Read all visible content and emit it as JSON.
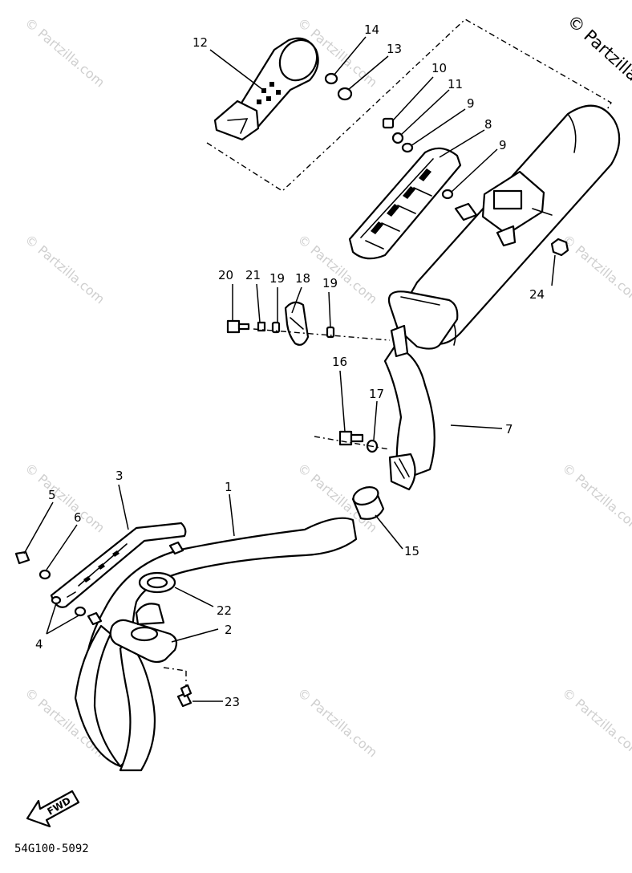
{
  "watermark": {
    "text": "© Partzilla.com"
  },
  "brand": {
    "text": "© Partzilla"
  },
  "diagram_code": "54G100-5092",
  "fwd_label": "FWD",
  "callouts": [
    {
      "id": "c12",
      "text": "12"
    },
    {
      "id": "c14",
      "text": "14"
    },
    {
      "id": "c13",
      "text": "13"
    },
    {
      "id": "c10",
      "text": "10"
    },
    {
      "id": "c11",
      "text": "11"
    },
    {
      "id": "c9a",
      "text": "9"
    },
    {
      "id": "c8",
      "text": "8"
    },
    {
      "id": "c9b",
      "text": "9"
    },
    {
      "id": "c24",
      "text": "24"
    },
    {
      "id": "c20",
      "text": "20"
    },
    {
      "id": "c21",
      "text": "21"
    },
    {
      "id": "c19a",
      "text": "19"
    },
    {
      "id": "c18",
      "text": "18"
    },
    {
      "id": "c19b",
      "text": "19"
    },
    {
      "id": "c16",
      "text": "16"
    },
    {
      "id": "c17",
      "text": "17"
    },
    {
      "id": "c7",
      "text": "7"
    },
    {
      "id": "c3",
      "text": "3"
    },
    {
      "id": "c1",
      "text": "1"
    },
    {
      "id": "c5",
      "text": "5"
    },
    {
      "id": "c6",
      "text": "6"
    },
    {
      "id": "c15",
      "text": "15"
    },
    {
      "id": "c22",
      "text": "22"
    },
    {
      "id": "c2",
      "text": "2"
    },
    {
      "id": "c4",
      "text": "4"
    },
    {
      "id": "c23",
      "text": "23"
    }
  ]
}
